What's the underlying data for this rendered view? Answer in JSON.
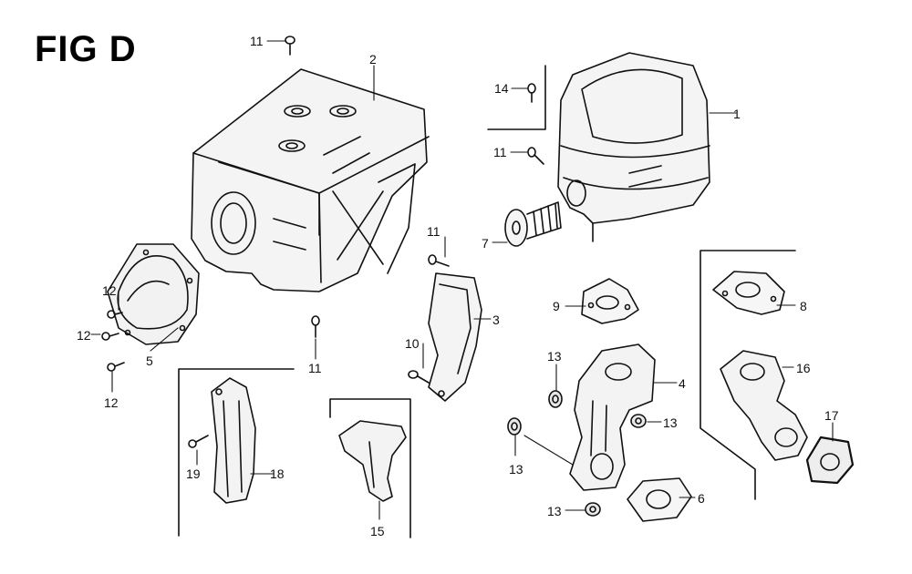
{
  "figure": {
    "title": "FIG D",
    "part_labels": {
      "p1": "1",
      "p2": "2",
      "p3": "3",
      "p4": "4",
      "p5": "5",
      "p6": "6",
      "p7": "7",
      "p8": "8",
      "p9": "9",
      "p10": "10",
      "p11a": "11",
      "p11b": "11",
      "p11c": "11",
      "p11d": "11",
      "p12a": "12",
      "p12b": "12",
      "p12c": "12",
      "p13a": "13",
      "p13b": "13",
      "p13c": "13",
      "p13d": "13",
      "p14": "14",
      "p15": "15",
      "p16": "16",
      "p17": "17",
      "p18": "18",
      "p19": "19"
    }
  }
}
